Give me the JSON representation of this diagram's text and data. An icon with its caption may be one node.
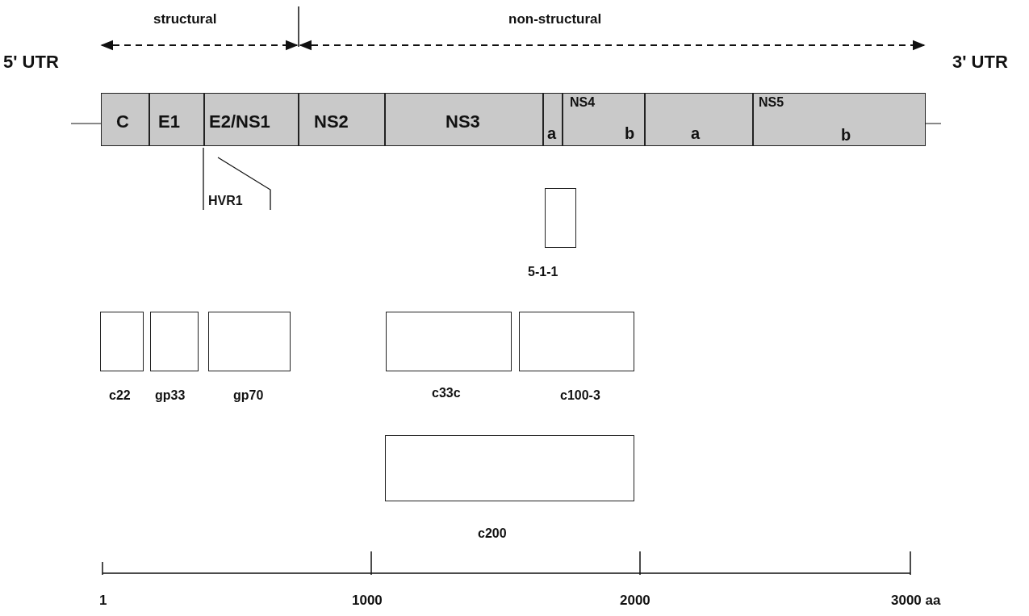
{
  "diagram": {
    "nodes": [
      {
        "text": [
          "C"
        ]
      },
      {
        "text": [
          "E1"
        ]
      },
      {
        "text": [
          "E2/NS1"
        ]
      },
      {
        "text": [
          "NS2"
        ]
      },
      {
        "text": [
          "NS3"
        ]
      },
      {
        "text": [
          "a"
        ]
      },
      {
        "text": [
          "NS4",
          "b"
        ]
      },
      {
        "text": [
          "a"
        ]
      },
      {
        "text": [
          "NS5",
          "b"
        ]
      },
      {
        "text": [
          "5-1-1"
        ]
      },
      {
        "text": [
          "c22"
        ]
      },
      {
        "text": [
          "gp33"
        ]
      },
      {
        "text": [
          "gp70"
        ]
      },
      {
        "text": [
          "c33c"
        ]
      },
      {
        "text": [
          "c100-3"
        ]
      },
      {
        "text": [
          "c200"
        ]
      }
    ],
    "labels": [
      "structural",
      "non-structural",
      "5' UTR",
      "3' UTR",
      "HVR1",
      "1",
      "1000",
      "2000",
      "3000 aa"
    ]
  }
}
